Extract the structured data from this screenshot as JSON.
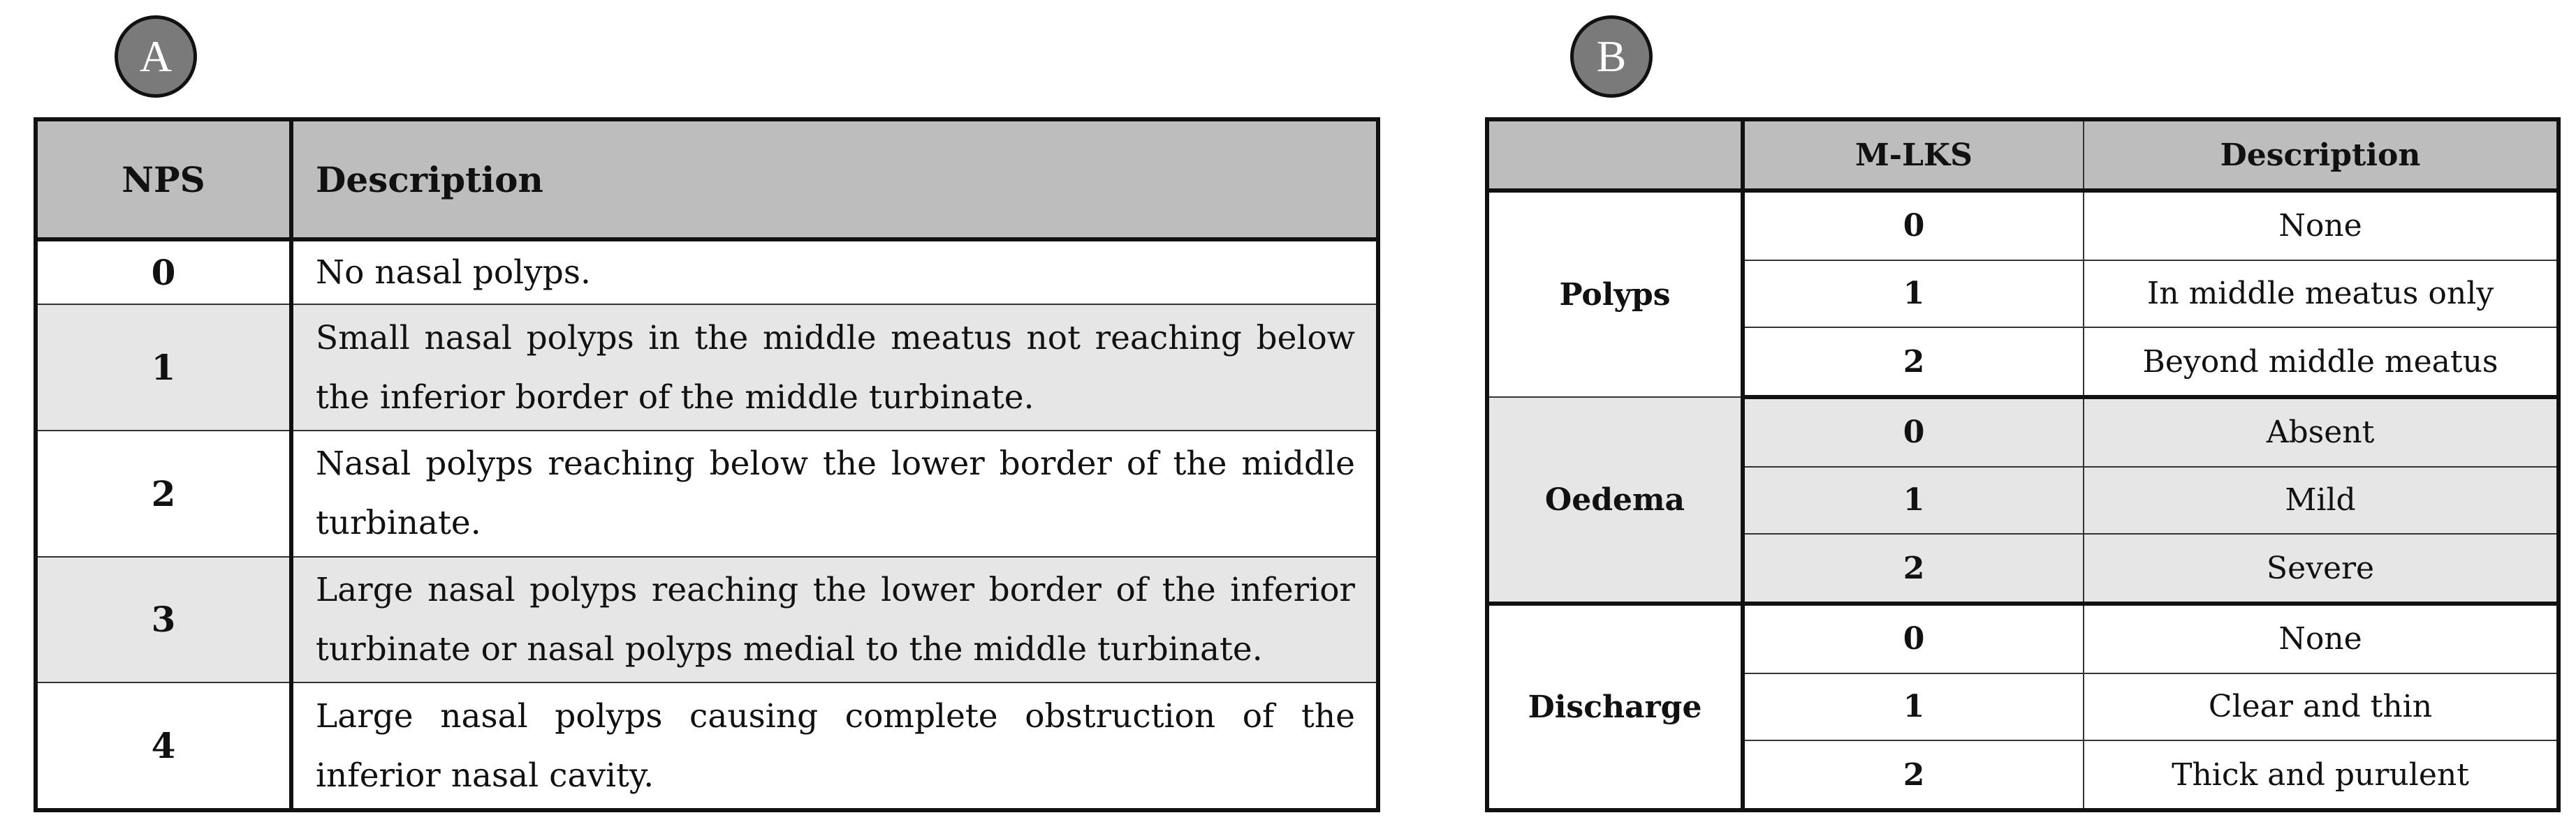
{
  "panel_a": {
    "badge": "A",
    "headers": {
      "score": "NPS",
      "description": "Description"
    },
    "rows": [
      {
        "score": "0",
        "description": "No nasal polyps."
      },
      {
        "score": "1",
        "description": "Small nasal polyps in the middle meatus not reaching below the inferior border of the middle turbinate."
      },
      {
        "score": "2",
        "description": "Nasal polyps reaching below the lower border of the middle turbinate."
      },
      {
        "score": "3",
        "description": "Large nasal polyps reaching the lower border of the inferior turbinate or nasal polyps medial to the middle turbinate."
      },
      {
        "score": "4",
        "description": "Large nasal polyps causing complete obstruction of the inferior nasal cavity."
      }
    ]
  },
  "panel_b": {
    "badge": "B",
    "headers": {
      "category": "",
      "score": "M-LKS",
      "description": "Description"
    },
    "groups": [
      {
        "category": "Polyps",
        "rows": [
          {
            "score": "0",
            "description": "None"
          },
          {
            "score": "1",
            "description": "In middle meatus only"
          },
          {
            "score": "2",
            "description": "Beyond middle meatus"
          }
        ]
      },
      {
        "category": "Oedema",
        "rows": [
          {
            "score": "0",
            "description": "Absent"
          },
          {
            "score": "1",
            "description": "Mild"
          },
          {
            "score": "2",
            "description": "Severe"
          }
        ]
      },
      {
        "category": "Discharge",
        "rows": [
          {
            "score": "0",
            "description": "None"
          },
          {
            "score": "1",
            "description": "Clear and thin"
          },
          {
            "score": "2",
            "description": "Thick and purulent"
          }
        ]
      }
    ]
  }
}
